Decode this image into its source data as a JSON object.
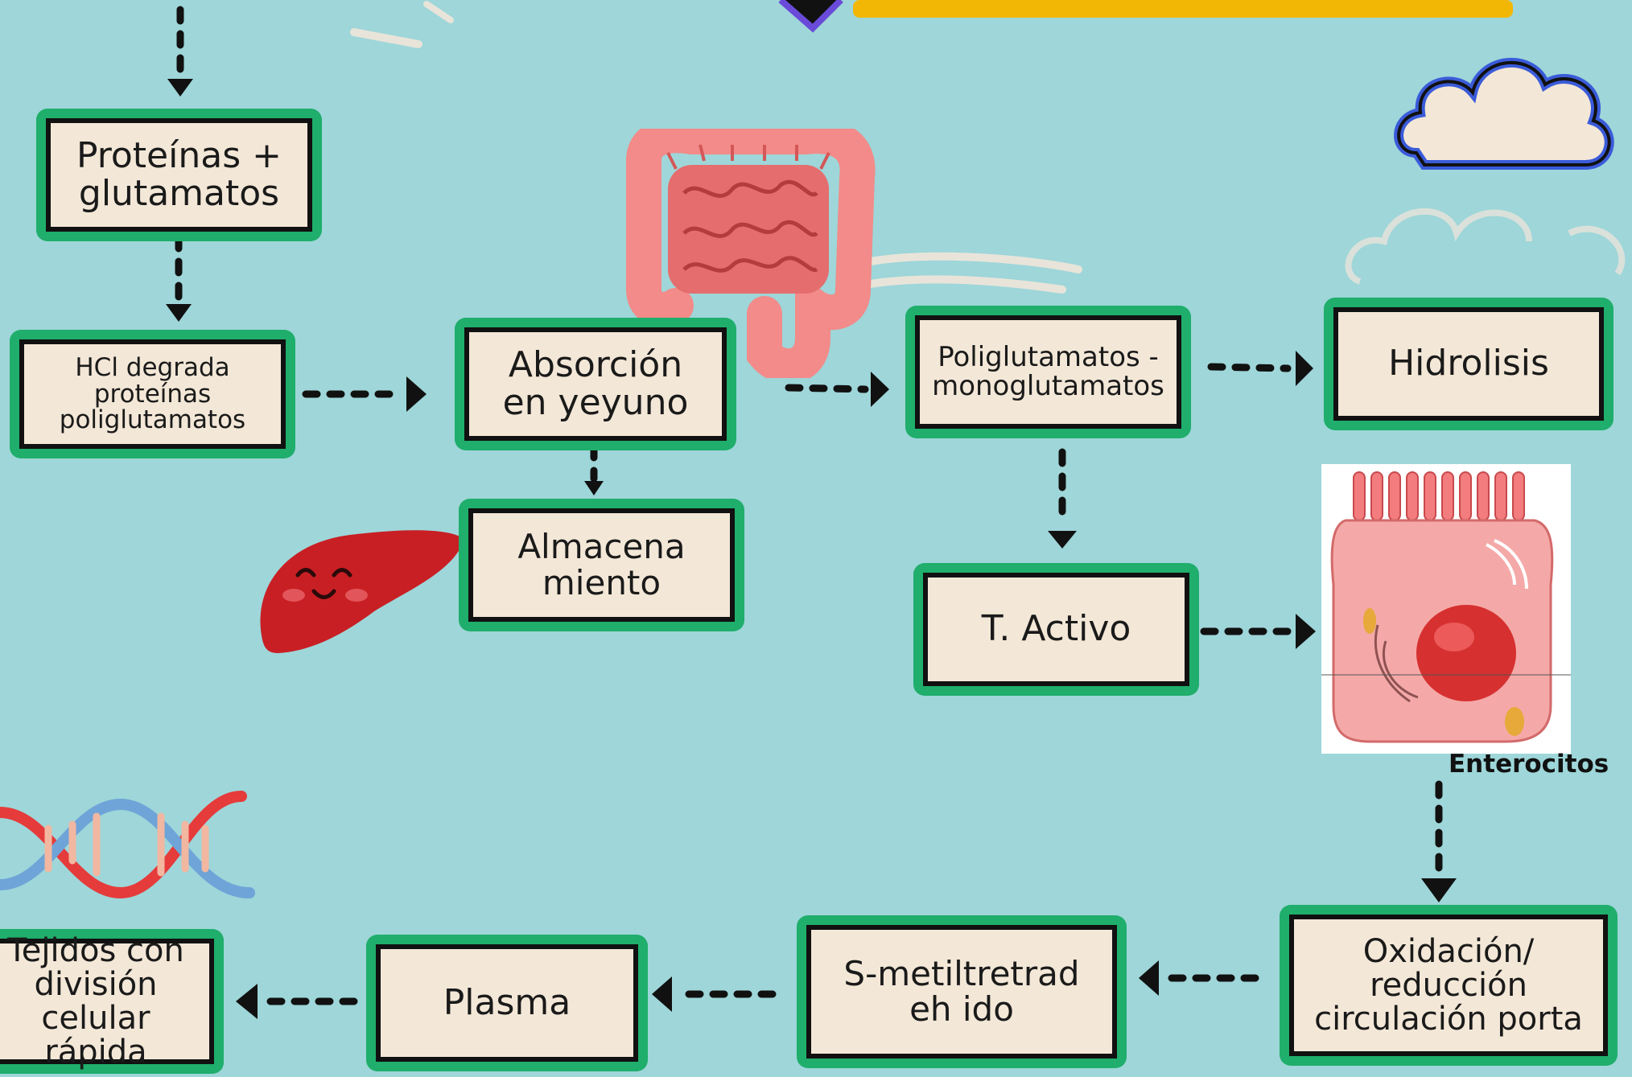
{
  "nodes": {
    "proteinas": "Proteínas + glutamatos",
    "hcl": "HCl degrada proteínas poliglutamatos",
    "absorcion": "Absorción en yeyuno",
    "almacenamiento": "Almacena miento",
    "poliglutamatos": "Poliglutamatos - monoglutamatos",
    "hidrolisis": "Hidrolisis",
    "activo": "T. Activo",
    "oxidacion": "Oxidación/ reducción circulación porta",
    "smetil": "S-metiltretradeh ido",
    "plasma": "Plasma",
    "tejidos": "Tejidos con división celular rápida"
  },
  "captions": {
    "enterocitos": "Enterocitos"
  },
  "colors": {
    "background": "#9ed6d9",
    "node_frame": "#1fae6b",
    "node_fill": "#f3e7d7",
    "arrow": "#111111"
  },
  "icons": [
    "intestine-icon",
    "liver-icon",
    "cell-icon",
    "cloud-icon",
    "dna-icon"
  ]
}
